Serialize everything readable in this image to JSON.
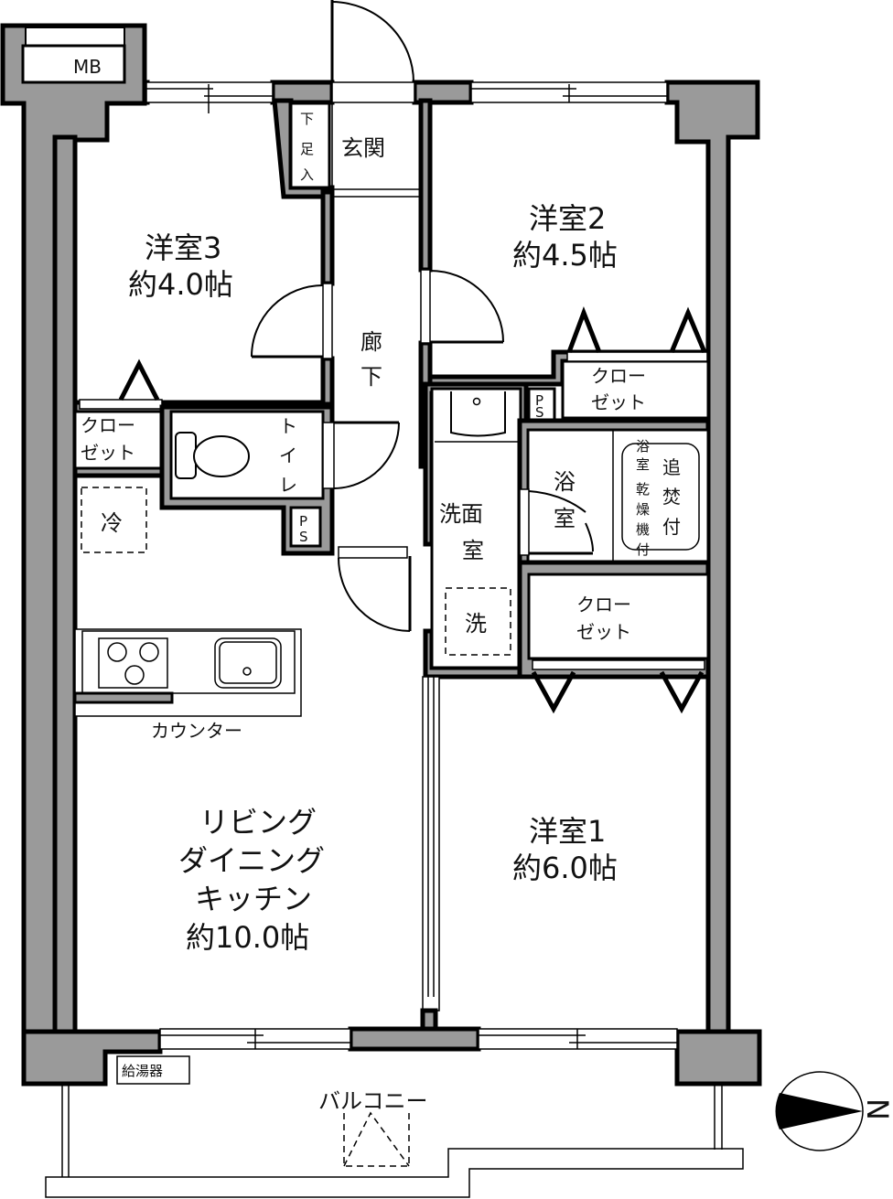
{
  "floor_plan": {
    "type": "apartment-3LDK",
    "rooms": [
      {
        "id": "western3",
        "name": "洋室3",
        "size": "約4.0帖"
      },
      {
        "id": "western2",
        "name": "洋室2",
        "size": "約4.5帖"
      },
      {
        "id": "western1",
        "name": "洋室1",
        "size": "約6.0帖"
      },
      {
        "id": "ldk",
        "name_lines": [
          "リビング",
          "ダイニング",
          "キッチン"
        ],
        "size": "約10.0帖"
      }
    ],
    "labels": {
      "mb": "MB",
      "shoe_storage": [
        "下",
        "足",
        "入"
      ],
      "entrance": "玄関",
      "hallway": [
        "廊",
        "下"
      ],
      "closet_w3": [
        "クロー",
        "ゼット"
      ],
      "closet_w2": [
        "クロー",
        "ゼット"
      ],
      "closet_w1": [
        "クロー",
        "ゼット"
      ],
      "toilet": [
        "ト",
        "イ",
        "レ"
      ],
      "ps1": [
        "P",
        "S"
      ],
      "ps2": [
        "P",
        "S"
      ],
      "fridge": "冷",
      "washroom": [
        "洗面",
        "室"
      ],
      "washer": "洗",
      "bathroom": [
        "浴",
        "室"
      ],
      "bath_features_col1": [
        "浴",
        "室",
        "乾",
        "燥",
        "機",
        "付"
      ],
      "bath_features_col2": [
        "追",
        "焚",
        "付"
      ],
      "counter": "カウンター",
      "water_heater": "給湯器",
      "balcony": "バルコニー",
      "compass": "N"
    },
    "colors": {
      "wall_fill": "#9a9a9a",
      "line": "#000000",
      "background": "#ffffff"
    }
  }
}
